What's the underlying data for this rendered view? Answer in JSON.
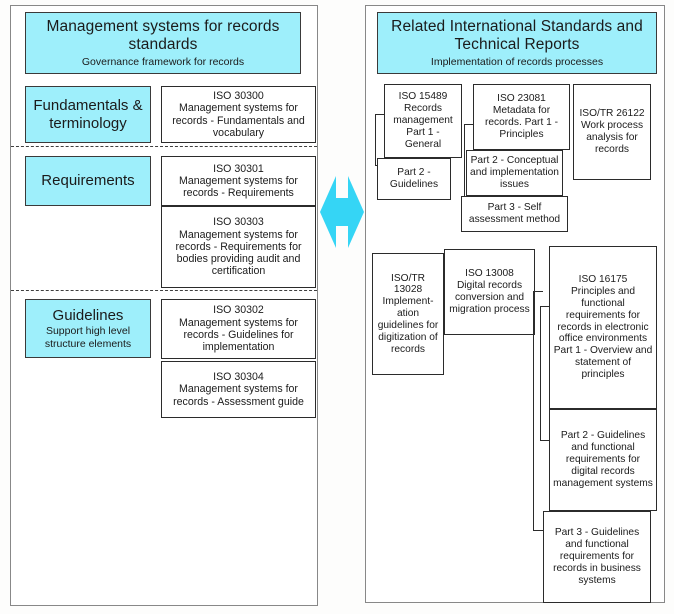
{
  "diagram": {
    "accent_cyan": "#9eeffb",
    "border_color": "#2b2b2b",
    "arrow": {
      "name": "double-headed-horizontal-arrow",
      "color": "#35d5f5"
    }
  },
  "left_panel": {
    "header": {
      "title": "Management systems for records standards",
      "subtitle": "Governance framework for records"
    },
    "groups": [
      {
        "label": "Fundamentals & terminology",
        "label_sub": "",
        "standards": [
          {
            "code": "ISO 30300",
            "title": "Management systems for records - Fundamentals and vocabulary"
          }
        ]
      },
      {
        "label": "Requirements",
        "label_sub": "",
        "standards": [
          {
            "code": "ISO 30301",
            "title": "Management systems for records - Requirements"
          },
          {
            "code": "ISO 30303",
            "title": "Management systems for records - Requirements for bodies providing audit and certification"
          }
        ]
      },
      {
        "label": "Guidelines",
        "label_sub": "Support high level structure elements",
        "standards": [
          {
            "code": "ISO 30302",
            "title": "Management systems for records - Guidelines for implementation"
          },
          {
            "code": "ISO 30304",
            "title": "Management systems for records - Assessment guide"
          }
        ]
      }
    ]
  },
  "right_panel": {
    "header": {
      "title": "Related International Standards and Technical Reports",
      "subtitle": "Implementation of records processes"
    },
    "standards": [
      {
        "code": "ISO 15489",
        "title": "Records management Part 1 - General",
        "parts": [
          "Part 2 - Guidelines"
        ]
      },
      {
        "code": "ISO 23081",
        "title": "Metadata for records. Part 1 - Principles",
        "parts": [
          "Part 2 - Conceptual and implementation issues",
          "Part 3 - Self assessment method"
        ]
      },
      {
        "code": "ISO/TR 26122",
        "title": "Work process analysis for records",
        "parts": []
      },
      {
        "code": "ISO/TR 13028",
        "title": "Implement-ation guidelines for digitization of records",
        "parts": []
      },
      {
        "code": "ISO 13008",
        "title": "Digital records conversion and migration process",
        "parts": []
      },
      {
        "code": "ISO 16175",
        "title": "Principles and functional requirements for records in electronic office environments Part 1 - Overview and statement of principles",
        "parts": [
          "Part 2 - Guidelines and functional requirements for digital records management systems",
          "Part 3 - Guidelines and functional requirements for records in business systems"
        ]
      }
    ]
  }
}
